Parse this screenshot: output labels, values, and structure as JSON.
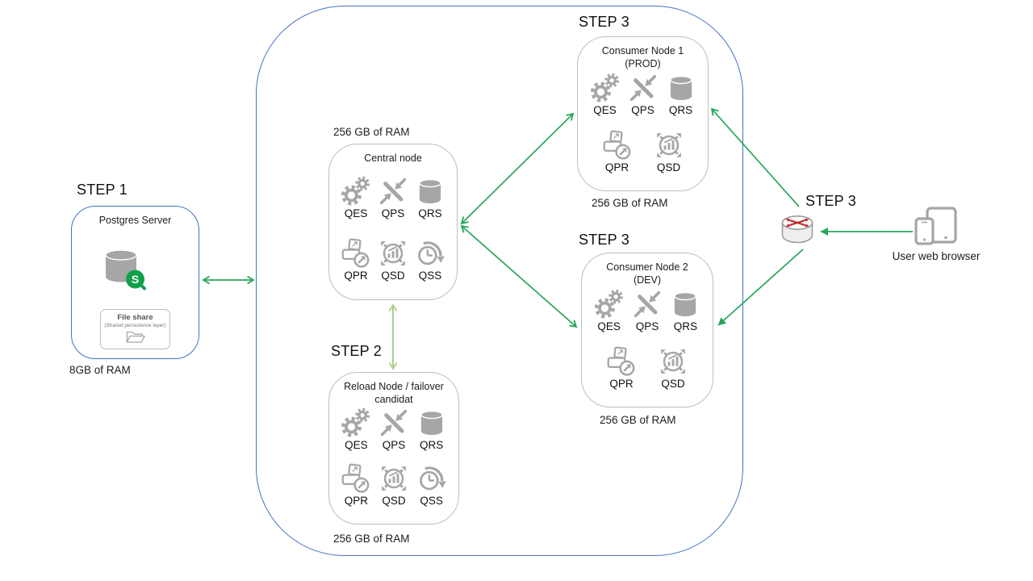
{
  "diagram": {
    "postgres": {
      "step_label": "STEP 1",
      "title": "Postgres Server",
      "db_badge_letter": "S",
      "file_share_title": "File share",
      "file_share_subtitle": "(Shared persistence layer)",
      "ram_label": "8GB of RAM"
    },
    "central": {
      "ram_label": "256 GB of RAM",
      "title": "Central node",
      "services": [
        "QES",
        "QPS",
        "QRS",
        "QPR",
        "QSD",
        "QSS"
      ]
    },
    "reload": {
      "step_label": "STEP 2",
      "title": "Reload Node / failover candidat",
      "ram_label": "256 GB of RAM",
      "services": [
        "QES",
        "QPS",
        "QRS",
        "QPR",
        "QSD",
        "QSS"
      ]
    },
    "consumer1": {
      "step_label": "STEP 3",
      "title": "Consumer Node 1",
      "subtitle": "(PROD)",
      "ram_label": "256 GB of RAM",
      "services": [
        "QES",
        "QPS",
        "QRS",
        "QPR",
        "QSD"
      ]
    },
    "consumer2": {
      "step_label": "STEP 3",
      "title": "Consumer Node 2",
      "subtitle": "(DEV)",
      "ram_label": "256 GB of RAM",
      "services": [
        "QES",
        "QPS",
        "QRS",
        "QPR",
        "QSD"
      ]
    },
    "load_balancer": {
      "step_label": "STEP 3"
    },
    "user": {
      "label": "User web browser"
    },
    "colors": {
      "arrow_green": "#27a65b",
      "arrow_light_green": "#a8d08d",
      "cluster_border_blue": "#4472c4",
      "node_border_gray": "#bfbfbf",
      "icon_gray": "#a6a6a6",
      "router_red": "#c1272d",
      "qlik_green": "#12a14b"
    }
  }
}
